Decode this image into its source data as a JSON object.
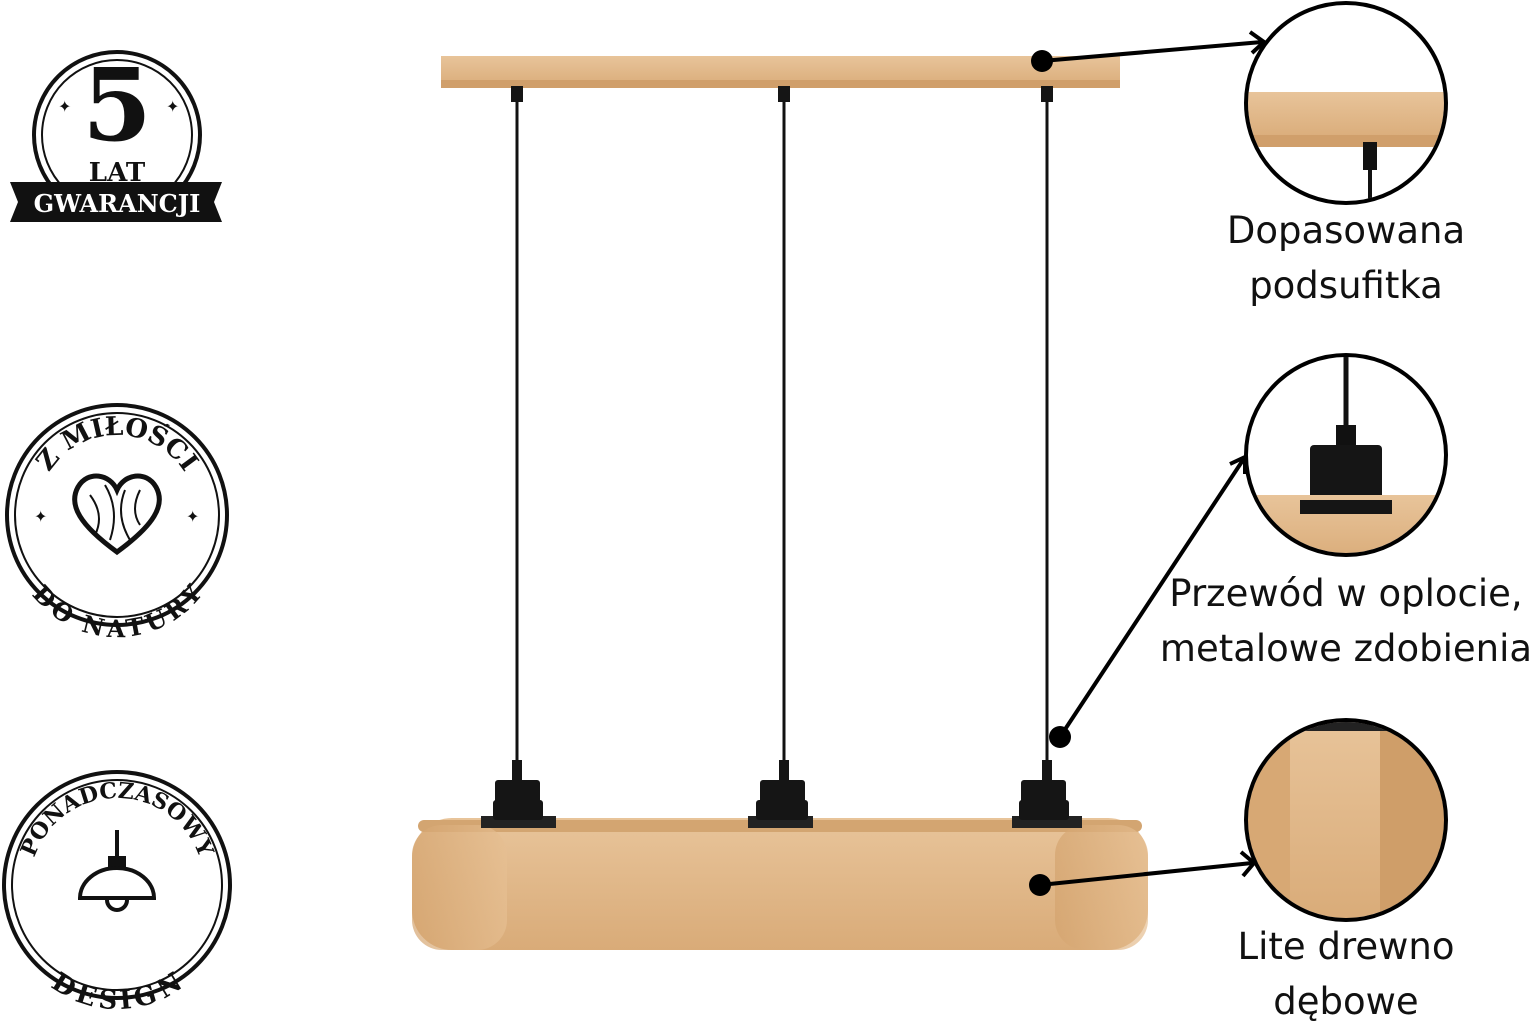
{
  "badges": {
    "warranty": {
      "number": "5",
      "line1": "LAT",
      "line2": "GWARANCJI"
    },
    "love": {
      "top": "Z MIŁOŚCI",
      "bottom": "DO NATURY"
    },
    "design": {
      "top": "PONADCZASOWY",
      "bottom": "DESIGN"
    }
  },
  "callouts": [
    {
      "line1": "Dopasowana",
      "line2": "podsufitka"
    },
    {
      "line1": "Przewód w oplocie,",
      "line2": "metalowe zdobienia"
    },
    {
      "line1": "Lite drewno",
      "line2": "dębowe"
    }
  ],
  "colors": {
    "wood": "#e2b98a",
    "wood_dark": "#c99a66",
    "black": "#111111"
  }
}
